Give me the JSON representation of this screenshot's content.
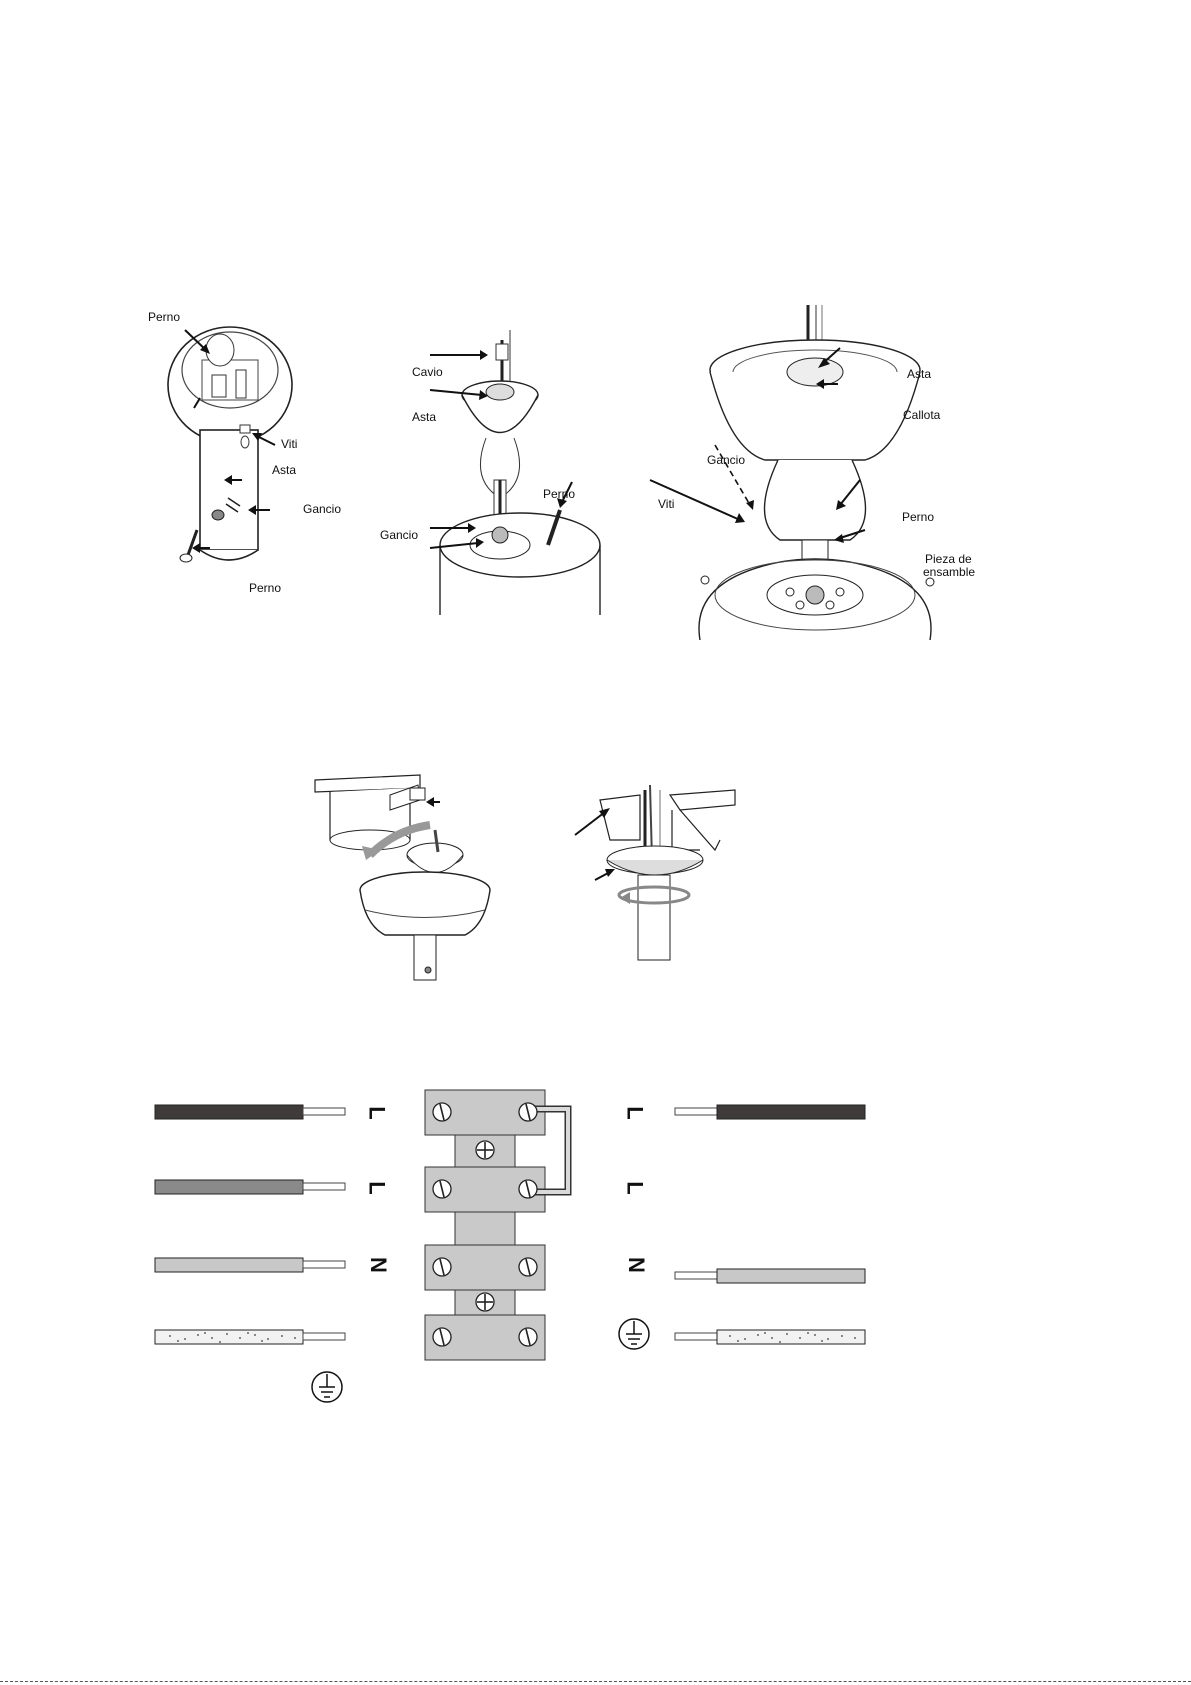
{
  "figure1": {
    "labels": {
      "perno_top": "Perno",
      "viti": "Viti",
      "asta": "Asta",
      "gancio": "Gancio",
      "perno_bottom": "Perno"
    }
  },
  "figure2": {
    "labels": {
      "cavio": "Cavio",
      "asta": "Asta",
      "perno": "Perno",
      "gancio": "Gancio"
    }
  },
  "figure3": {
    "labels": {
      "asta": "Asta",
      "callota": "Callota",
      "gancio": "Gancio",
      "viti": "Viti",
      "perno": "Perno",
      "pieza_line1": "Pieza de",
      "pieza_line2": "ensamble"
    }
  },
  "wiring": {
    "left_terminals": [
      "L",
      "L",
      "N"
    ],
    "right_terminals": [
      "L",
      "L",
      "N"
    ],
    "wire_colors": {
      "live": "#3f3b3a",
      "switched_live": "#8a8a8a",
      "neutral": "#c8c8c8",
      "earth": "#f2f2f2"
    },
    "block_color": "#c9c9c9",
    "earth_icon": "earth-ground-icon"
  }
}
